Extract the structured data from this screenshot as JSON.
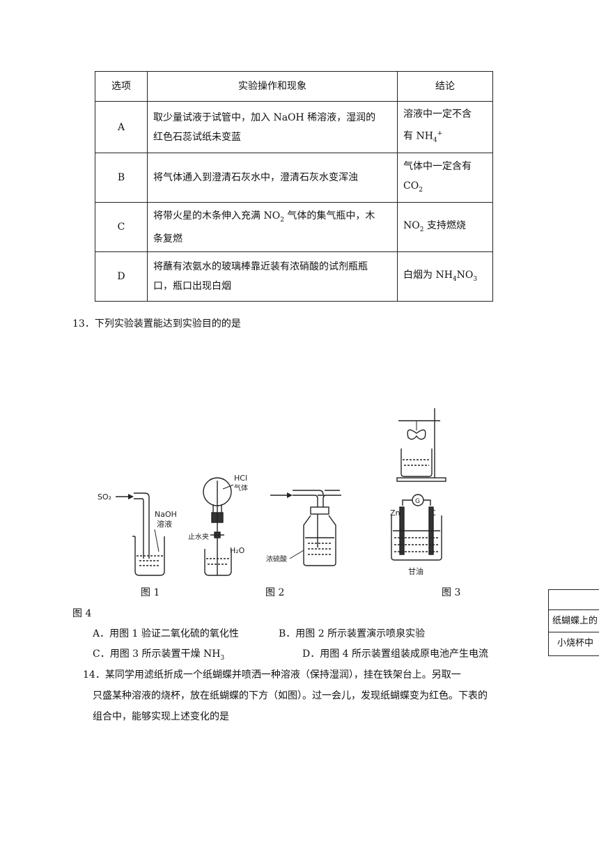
{
  "table": {
    "headers": [
      "选项",
      "实验操作和现象",
      "结论"
    ],
    "rows": [
      {
        "option": "A",
        "op_line1": "取少量试液于试管中，加入 NaOH 稀溶液，湿润的",
        "op_line2": "红色石蕊试纸未变蓝",
        "concl_line1": "溶液中一定不含",
        "concl_pre": "有 NH",
        "concl_sub": "4",
        "concl_sup": "+"
      },
      {
        "option": "B",
        "op_line1": "将气体通入到澄清石灰水中，澄清石灰水变浑浊",
        "concl_line1": "气体中一定含有",
        "concl_pre": "CO",
        "concl_sub": "2"
      },
      {
        "option": "C",
        "op_pre": "将带火星的木条伸入充满 NO",
        "op_sub": "2",
        "op_post": " 气体的集气瓶中，木",
        "op_line2": "条复燃",
        "concl_pre": "NO",
        "concl_sub": "2",
        "concl_post": " 支持燃烧"
      },
      {
        "option": "D",
        "op_line1": "将蘸有浓氨水的玻璃棒靠近装有浓硝酸的试剂瓶瓶",
        "op_line2": "口，瓶口出现白烟",
        "concl_pre": "白烟为 NH",
        "concl_sub": "4",
        "concl_mid": "NO",
        "concl_sub2": "3"
      }
    ]
  },
  "q13": {
    "stem": "13．下列实验装置能达到实验目的的是",
    "fig_labels": {
      "so2": "SO₂",
      "naoh1": "NaOH",
      "naoh2": "溶液",
      "hcl1": "HCl",
      "hcl2": "气体",
      "clamp": "止水夹",
      "h2o": "H₂O",
      "acid": "浓硫酸",
      "zn": "Zn",
      "c": "C",
      "g": "G",
      "glycerol": "甘油"
    },
    "captions": [
      "图 1",
      "图 2",
      "图 3",
      "图 4"
    ],
    "options": {
      "a": "A．用图 1 验证二氧化硫的氧化性",
      "b": "B．用图 2 所示装置演示喷泉实验",
      "c_pre": "C．用图 3 所示装置干燥 NH",
      "c_sub": "3",
      "d": "D．用图 4 所示装置组装成原电池产生电流"
    }
  },
  "q14": {
    "line1": "14．某同学用滤纸折成一个纸蝴蝶并喷洒一种溶液（保持湿润），挂在铁架台上。另取一",
    "line2": "只盛某种溶液的烧杯，放在纸蝴蝶的下方（如图）。过一会儿，发现纸蝴蝶变为红色。下表的",
    "line3": "组合中，能够实现上述变化的是"
  },
  "side_table": {
    "row1": "纸蝴蝶上的",
    "row2": "小烧杯中"
  }
}
